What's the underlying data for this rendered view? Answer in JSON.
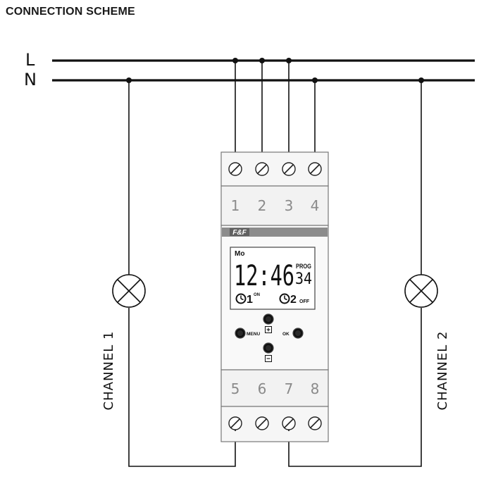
{
  "title": "CONNECTION SCHEME",
  "lines": {
    "L": "L",
    "N": "N"
  },
  "terminals_top": [
    "1",
    "2",
    "3",
    "4"
  ],
  "terminals_bottom": [
    "5",
    "6",
    "7",
    "8"
  ],
  "channels": [
    "CHANNEL 1",
    "CHANNEL 2"
  ],
  "brand": "F&F",
  "display": {
    "day": "Mo",
    "time": "12:46",
    "prog_label": "PROG",
    "prog_number": "34",
    "channel1_number": "1",
    "channel1_state": "ON",
    "channel2_number": "2",
    "channel2_state": "OFF"
  },
  "buttons": {
    "menu": "MENU",
    "ok": "OK",
    "plus": "⊞",
    "minus": "⊟"
  },
  "colors": {
    "line": "#111111",
    "device_body": "#f4f4f4",
    "device_border": "#777777",
    "brand_bar": "#8c8c8c",
    "terminal_digits": "#8a8a8a"
  }
}
